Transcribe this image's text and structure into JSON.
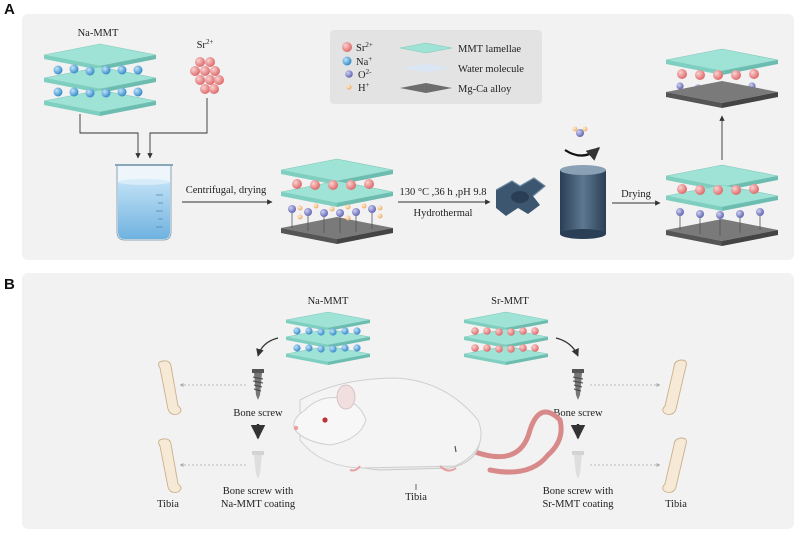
{
  "panel_a": {
    "letter": "A",
    "na_mmt": "Na-MMT",
    "sr": "Sr",
    "sr_sup": "2+",
    "step1": "Centrifugal, drying",
    "step2_line1": "130 °C ,36 h ,pH 9.8",
    "step2_line2": "Hydrothermal",
    "step3": "Drying",
    "legend": {
      "sr": "Sr",
      "sr_sup": "2+",
      "na": "Na",
      "na_sup": "+",
      "o": "O",
      "o_sup": "2-",
      "h": "H",
      "h_sup": "+",
      "mmt": "MMT lamellae",
      "water": "Water molecule",
      "alloy": "Mg-Ca alloy"
    }
  },
  "panel_b": {
    "letter": "B",
    "na_mmt": "Na-MMT",
    "sr_mmt": "Sr-MMT",
    "bone_screw_left": "Bone screw",
    "bone_screw_right": "Bone screw",
    "coat_left_line1": "Bone screw with",
    "coat_left_line2": "Na-MMT coating",
    "coat_right_line1": "Bone screw with",
    "coat_right_line2": "Sr-MMT coating",
    "tibia_left": "Tibia",
    "tibia_center": "Tibia",
    "tibia_right": "Tibia"
  },
  "colors": {
    "mmt_layer": "#9fe3d6",
    "na_ion": "#4ea3dc",
    "sr_ion": "#e77b7b",
    "o_ion": "#7f83c9",
    "h_ion": "#f5c08a",
    "alloy": "#6d6d6d",
    "panel_bg": "#f2f2f2"
  }
}
